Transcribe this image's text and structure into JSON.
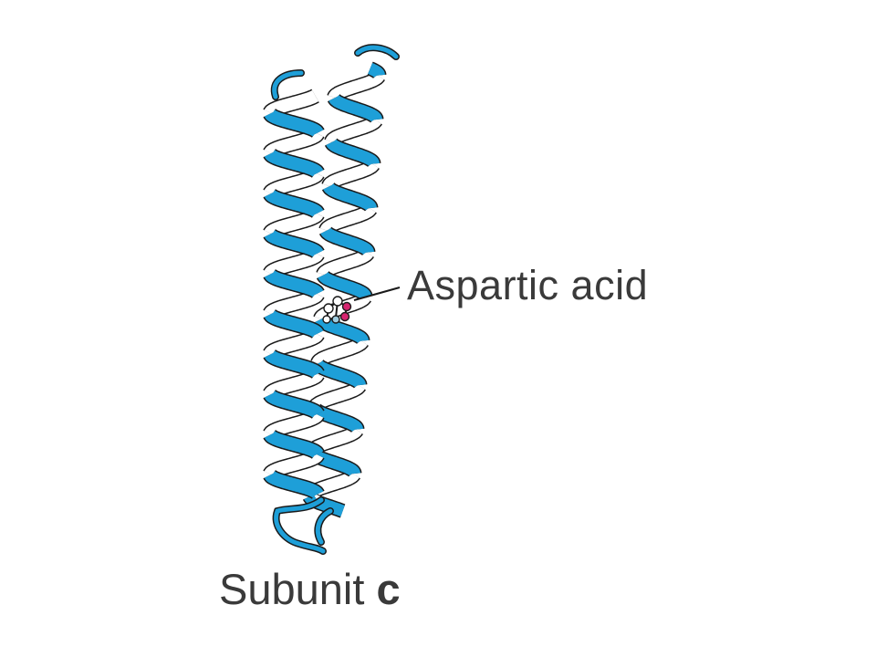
{
  "labels": {
    "aspartic_acid": "Aspartic acid",
    "subunit_prefix": "Subunit",
    "subunit_letter": "c"
  },
  "colors": {
    "ribbon": "#1E9FD8",
    "ribbon_back": "#ffffff",
    "outline": "#1a1a1a",
    "label": "#3a3a3a",
    "oxygen": "#d6246f",
    "hydrogen_atom": "#9fcde0"
  }
}
